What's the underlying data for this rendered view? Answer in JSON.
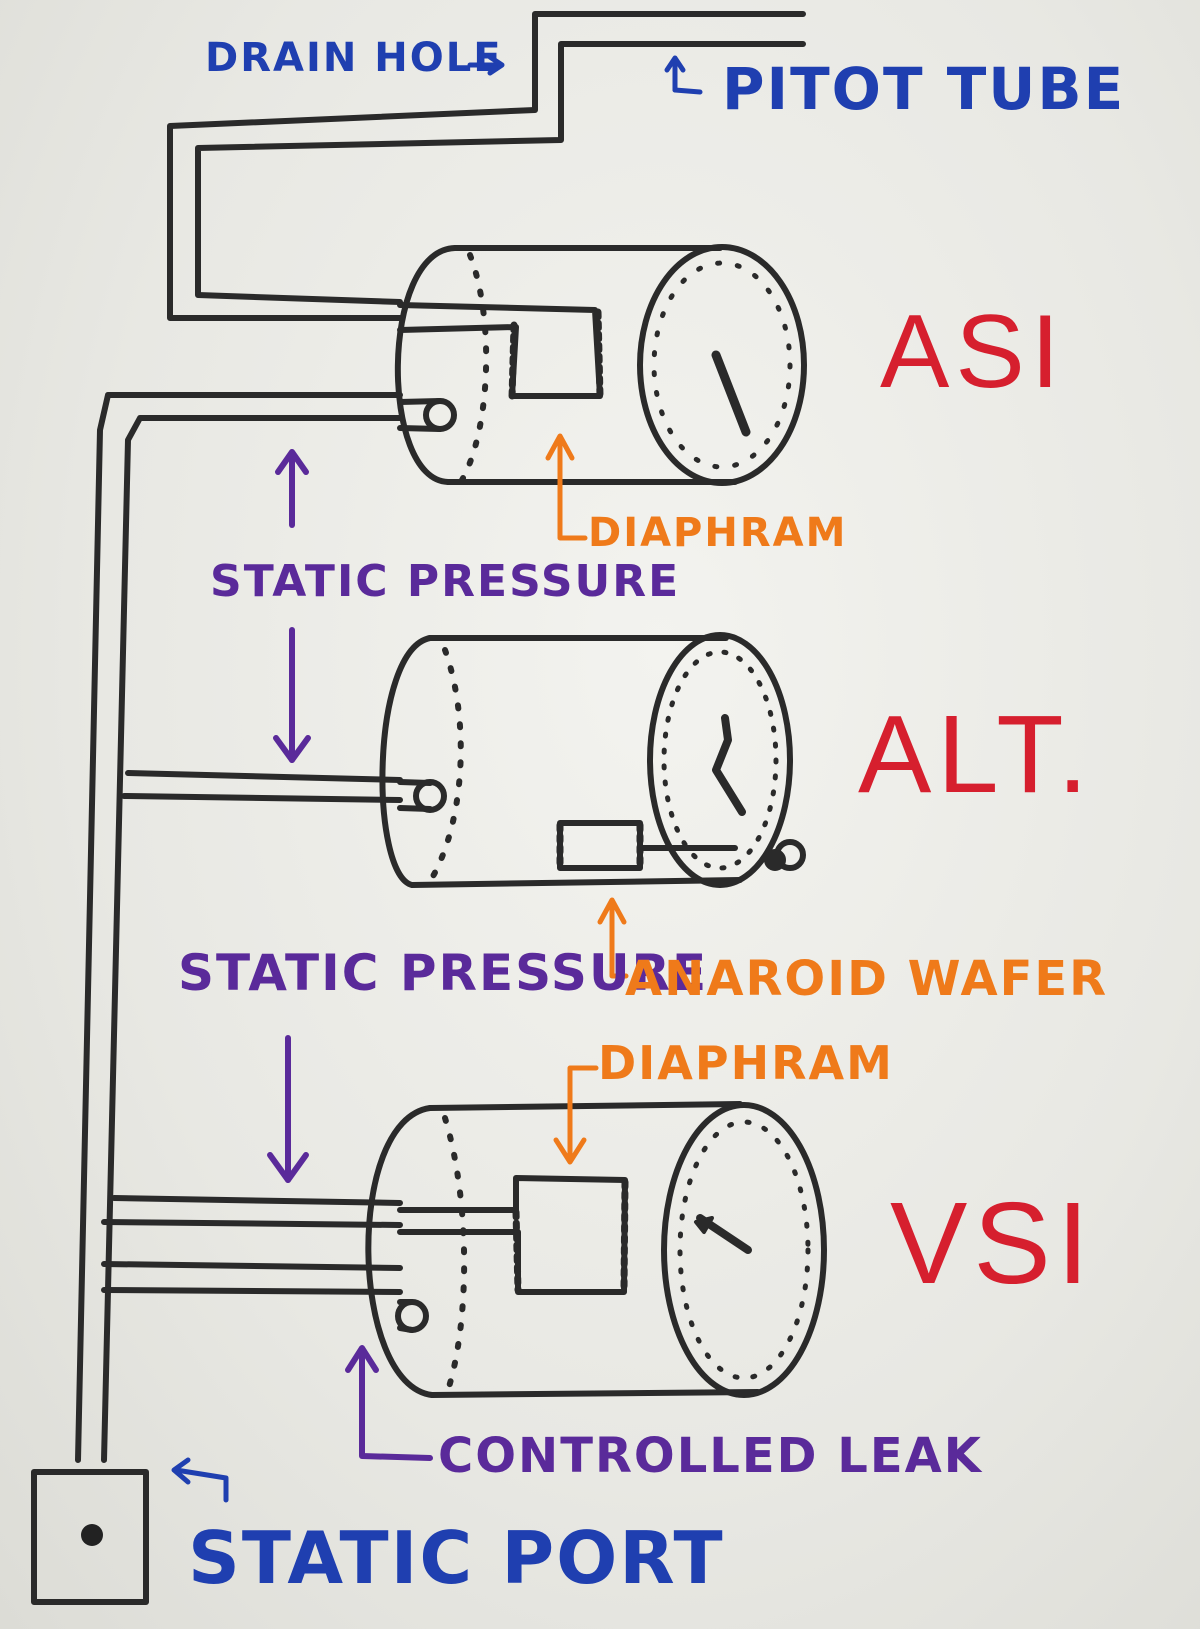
{
  "labels": {
    "drain_hole": "DRAIN HOLE",
    "pitot_tube": "PITOT TUBE",
    "asi": "ASI",
    "alt": "ALT.",
    "vsi": "VSI",
    "diaphram_asi": "DIAPHRAM",
    "static_pressure_1": "STATIC PRESSURE",
    "static_pressure_2": "STATIC PRESSURE",
    "aneroid_wafer": "ANAROID WAFER",
    "diaphram_vsi": "DIAPHRAM",
    "controlled_leak": "CONTROLLED LEAK",
    "static_port": "STATIC PORT"
  },
  "colors": {
    "pipe": "#2a2a2a",
    "blue_marker": "#1f3fb0",
    "purple_marker": "#5a2a9a",
    "orange_marker": "#ef7a1a",
    "red_marker": "#d61f2e"
  },
  "instruments": [
    "ASI",
    "ALT.",
    "VSI"
  ]
}
